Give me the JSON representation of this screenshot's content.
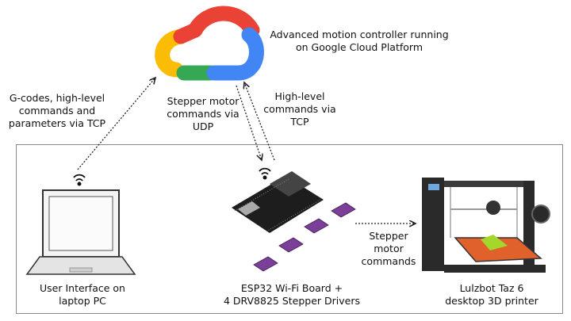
{
  "cloud": {
    "caption_line1": "Advanced motion controller running",
    "caption_line2": "on Google Cloud Platform"
  },
  "links": {
    "pc_to_cloud": [
      "G-codes, high-level",
      "commands and",
      "parameters via TCP"
    ],
    "cloud_to_esp": [
      "Stepper motor",
      "commands via",
      "UDP"
    ],
    "esp_to_cloud": [
      "High-level",
      "commands via",
      "TCP"
    ],
    "esp_to_printer": [
      "Stepper",
      "motor",
      "commands"
    ]
  },
  "devices": {
    "laptop": [
      "User Interface on",
      "laptop PC"
    ],
    "esp": [
      "ESP32 Wi-Fi Board +",
      "4 DRV8825 Stepper Drivers"
    ],
    "printer": [
      "Lulzbot Taz 6",
      "desktop 3D printer"
    ]
  },
  "colors": {
    "google_red": "#EA4335",
    "google_yellow": "#FBBC05",
    "google_green": "#34A853",
    "google_blue": "#4285F4",
    "driver_purple": "#7b3f9a",
    "printer_bed": "#e0612b",
    "frame_border": "#8a8a8a"
  },
  "icons": [
    "google-cloud-logo",
    "wifi-icon",
    "laptop-icon",
    "esp32-board-icon",
    "stepper-driver-icon",
    "3d-printer-icon"
  ]
}
